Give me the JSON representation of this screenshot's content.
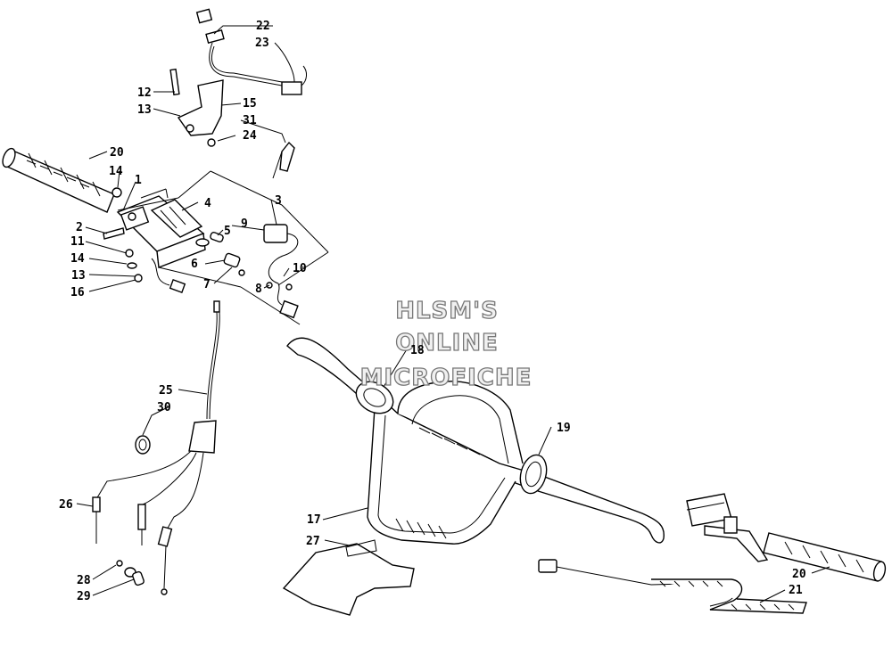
{
  "watermark": {
    "line1": "HLSM'S",
    "line2": "ONLINE",
    "line3": "MICROFICHE"
  },
  "callouts": {
    "c1": "1",
    "c2": "2",
    "c3": "3",
    "c4": "4",
    "c5": "5",
    "c6": "6",
    "c7": "7",
    "c8": "8",
    "c9": "9",
    "c10": "10",
    "c11": "11",
    "c12": "12",
    "c13a": "13",
    "c13b": "13",
    "c14a": "14",
    "c14b": "14",
    "c15": "15",
    "c16": "16",
    "c17": "17",
    "c18": "18",
    "c19": "19",
    "c20a": "20",
    "c20b": "20",
    "c21": "21",
    "c22": "22",
    "c23": "23",
    "c24": "24",
    "c25": "25",
    "c26": "26",
    "c27": "27",
    "c28": "28",
    "c29": "29",
    "c30": "30",
    "c31": "31"
  }
}
